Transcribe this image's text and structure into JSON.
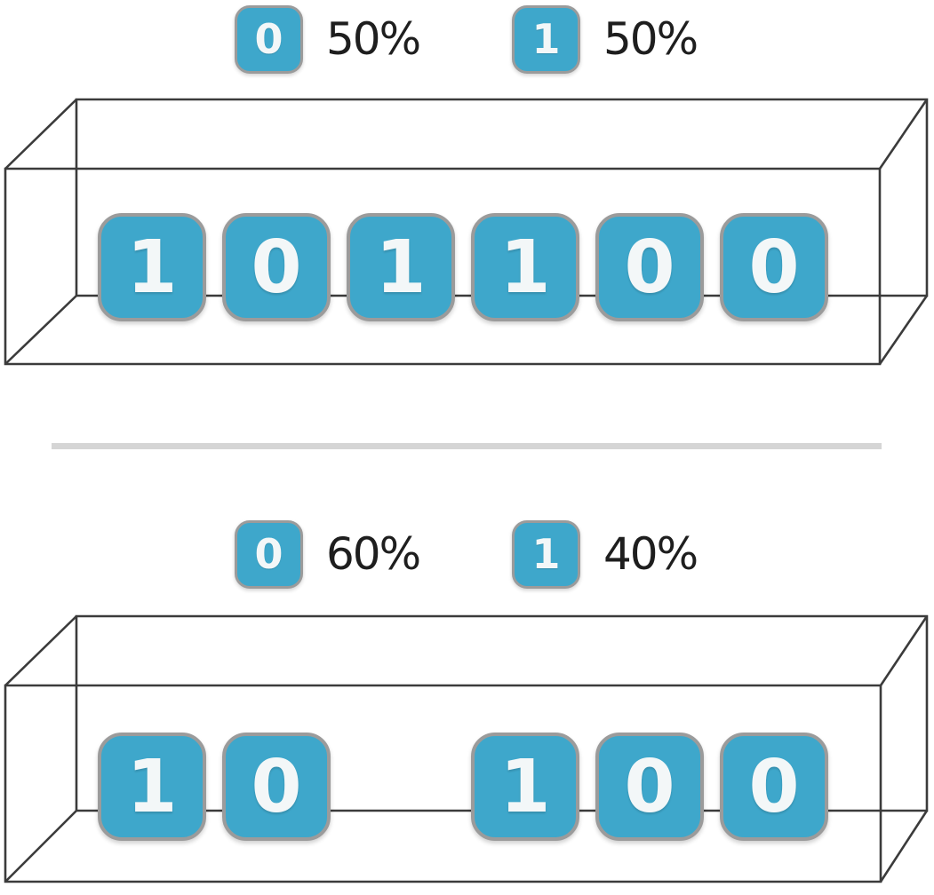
{
  "diagram": {
    "description_colors": {
      "tile_fill": "#3EA7CB",
      "tile_border": "#9B9B9B",
      "tile_digit": "#F3F7F8",
      "wireframe": "#3B3B3B",
      "label_text": "#1E1E1E",
      "divider": "#D5D5D5"
    },
    "sections": [
      {
        "legend": [
          {
            "bit": "0",
            "share": "50%"
          },
          {
            "bit": "1",
            "share": "50%"
          }
        ],
        "tiles": [
          {
            "bit": "1"
          },
          {
            "bit": "0"
          },
          {
            "bit": "1"
          },
          {
            "bit": "1"
          },
          {
            "bit": "0"
          },
          {
            "bit": "0"
          }
        ]
      },
      {
        "legend": [
          {
            "bit": "0",
            "share": "60%"
          },
          {
            "bit": "1",
            "share": "40%"
          }
        ],
        "tiles": [
          {
            "bit": "1"
          },
          {
            "bit": "0"
          },
          {
            "bit": "1"
          },
          {
            "bit": "0"
          },
          {
            "bit": "0"
          }
        ]
      }
    ]
  }
}
